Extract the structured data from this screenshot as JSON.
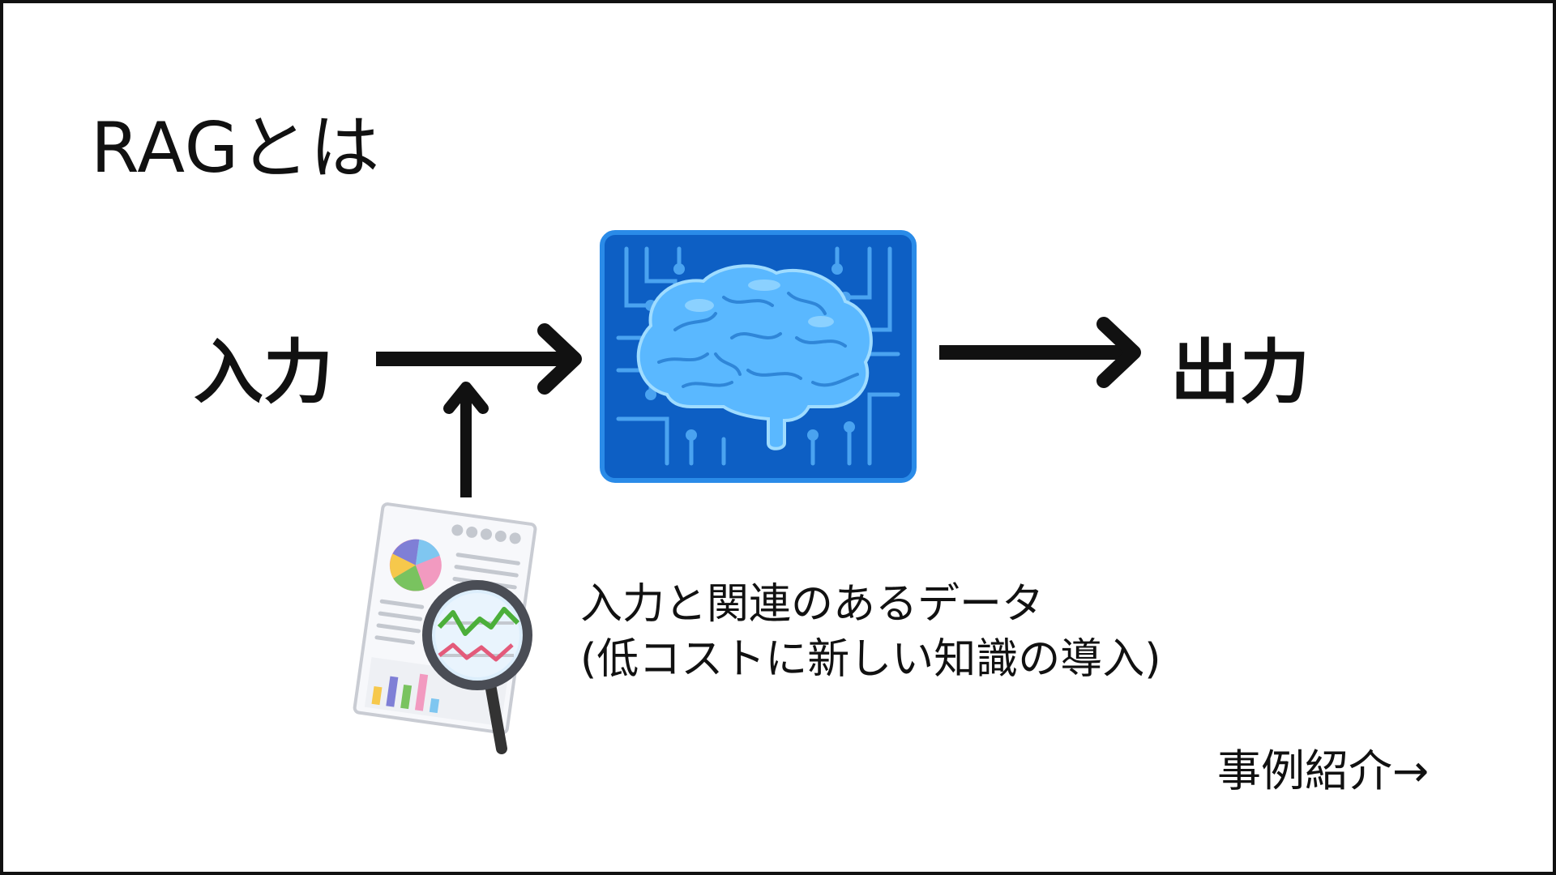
{
  "slide": {
    "title": "RAGとは",
    "input_label": "入力",
    "output_label": "出力",
    "data_caption": {
      "line1": "入力と関連のあるデータ",
      "line2": "(低コストに新しい知識の導入)"
    },
    "next_link": "事例紹介→"
  },
  "colors": {
    "brain_panel": "#0d5fc4",
    "brain_panel_border": "#2a8be8",
    "circuit": "#4aa3f0",
    "brain": "#5ab8ff",
    "brain_light": "#9fdcff",
    "arrow": "#111111"
  }
}
